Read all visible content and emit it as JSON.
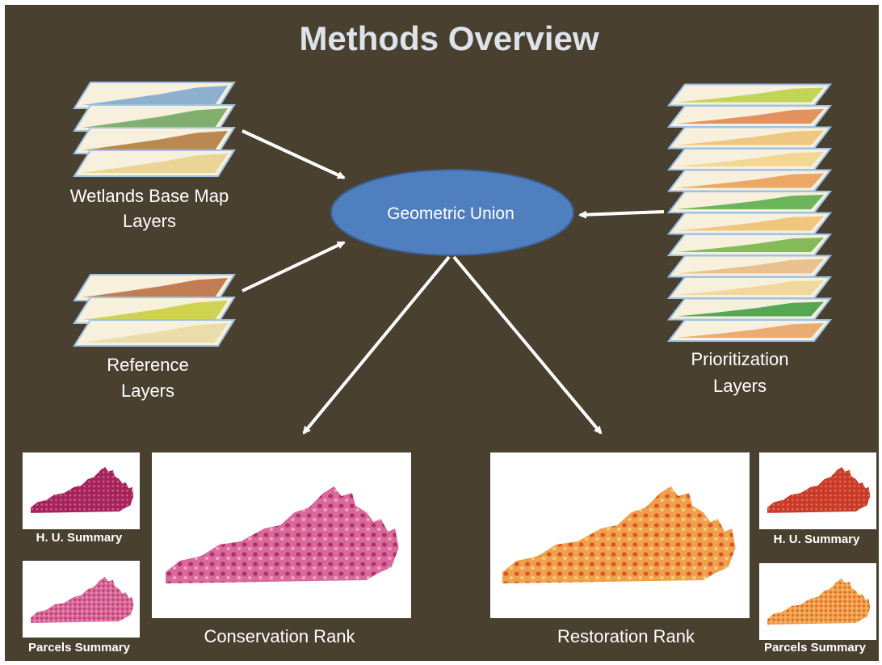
{
  "title": "Methods Overview",
  "center_node": {
    "label": "Geometric Union"
  },
  "inputs": {
    "wetlands": {
      "label_line1": "Wetlands Base Map",
      "label_line2": "Layers",
      "layer_count": 4
    },
    "reference": {
      "label_line1": "Reference",
      "label_line2": "Layers",
      "layer_count": 3
    },
    "prioritization": {
      "label_line1": "Prioritization",
      "label_line2": "Layers",
      "layer_count": 12
    }
  },
  "outputs": {
    "conservation": {
      "label": "Conservation Rank",
      "hu_summary": "H. U. Summary",
      "parcels_summary": "Parcels Summary"
    },
    "restoration": {
      "label": "Restoration Rank",
      "hu_summary": "H. U. Summary",
      "parcels_summary": "Parcels Summary"
    }
  },
  "colors": {
    "background": "#4a4030",
    "title": "#dde3ea",
    "ellipse": "#4f7fbf",
    "text": "#ffffff",
    "conservation": "#c8467e",
    "restoration": "#e8862e"
  }
}
